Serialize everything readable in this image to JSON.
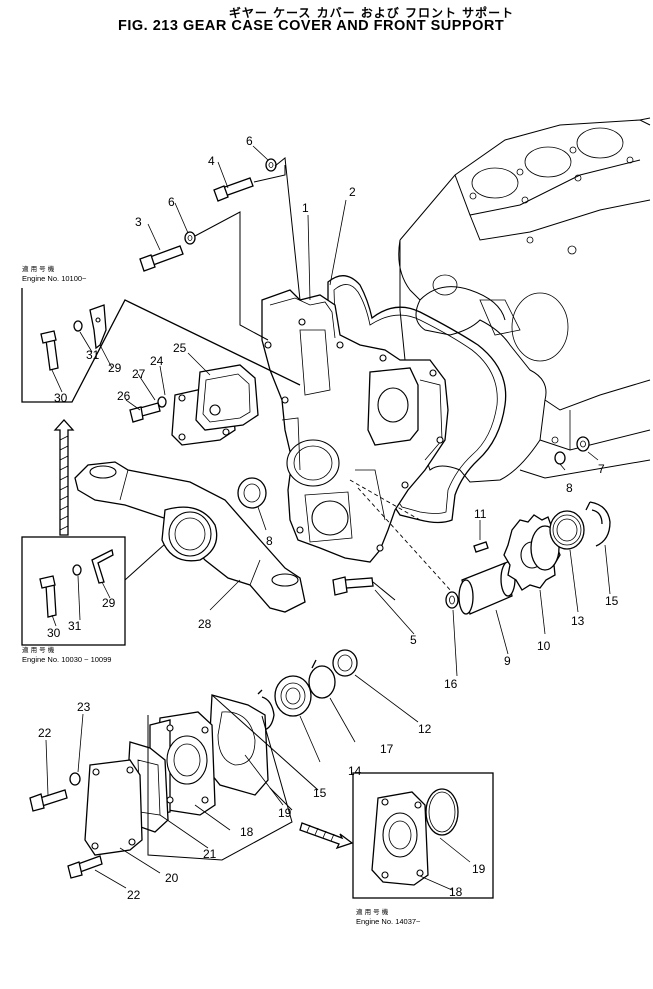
{
  "header": {
    "title_jp": "ギヤー ケース カバー および フロント サポート",
    "title_en": "FIG. 213  GEAR CASE COVER AND FRONT SUPPORT"
  },
  "notes": {
    "top_left_jp": "適 用 号 機",
    "top_left_en": "Engine No. 10100~",
    "bottom_left_jp": "適 用 号 機",
    "bottom_left_en": "Engine No. 10030 ~ 10099",
    "bottom_right_jp": "適 用 号 機",
    "bottom_right_en": "Engine No. 14037~"
  },
  "callouts": {
    "c1": "1",
    "c2": "2",
    "c3": "3",
    "c4": "4",
    "c5": "5",
    "c6a": "6",
    "c6b": "6",
    "c7": "7",
    "c8a": "8",
    "c8b": "8",
    "c9": "9",
    "c10": "10",
    "c11": "11",
    "c12": "12",
    "c13": "13",
    "c14": "14",
    "c15a": "15",
    "c15b": "15",
    "c16": "16",
    "c17": "17",
    "c18a": "18",
    "c18b": "18",
    "c19a": "19",
    "c19b": "19",
    "c20": "20",
    "c21": "21",
    "c22a": "22",
    "c22b": "22",
    "c23": "23",
    "c24": "24",
    "c25": "25",
    "c26": "26",
    "c27": "27",
    "c28": "28",
    "c29a": "29",
    "c29b": "29",
    "c30a": "30",
    "c30b": "30",
    "c31a": "31",
    "c31b": "31"
  }
}
